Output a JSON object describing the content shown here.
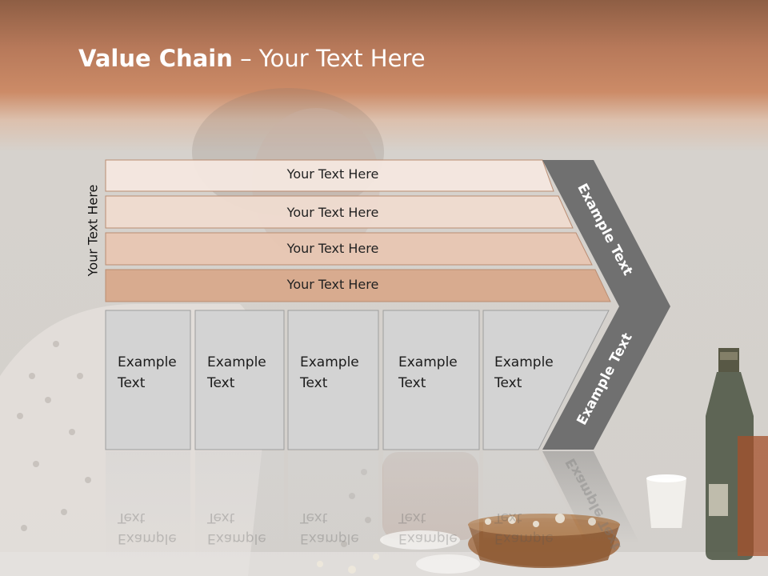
{
  "title": {
    "bold": "Value Chain",
    "rest": " – Your Text Here"
  },
  "side_label": "Your Text Here",
  "bands": [
    {
      "label": "Your Text Here"
    },
    {
      "label": "Your Text Here"
    },
    {
      "label": "Your Text Here"
    },
    {
      "label": "Your Text Here"
    }
  ],
  "boxes": [
    {
      "line1": "Example",
      "line2": "Text"
    },
    {
      "line1": "Example",
      "line2": "Text"
    },
    {
      "line1": "Example",
      "line2": "Text"
    },
    {
      "line1": "Example",
      "line2": "Text"
    },
    {
      "line1": "Example",
      "line2": "Text"
    }
  ],
  "chevron_upper_label": "Example Text",
  "chevron_lower_label": "Example Text",
  "colors": {
    "band_fills": [
      "#f5e8e0",
      "#f0dcd0",
      "#e8c7b3",
      "#d9a98c"
    ],
    "box_fill": "#d3d3d3",
    "chevron_fill": "#707070",
    "title_bar": "#c98563"
  }
}
